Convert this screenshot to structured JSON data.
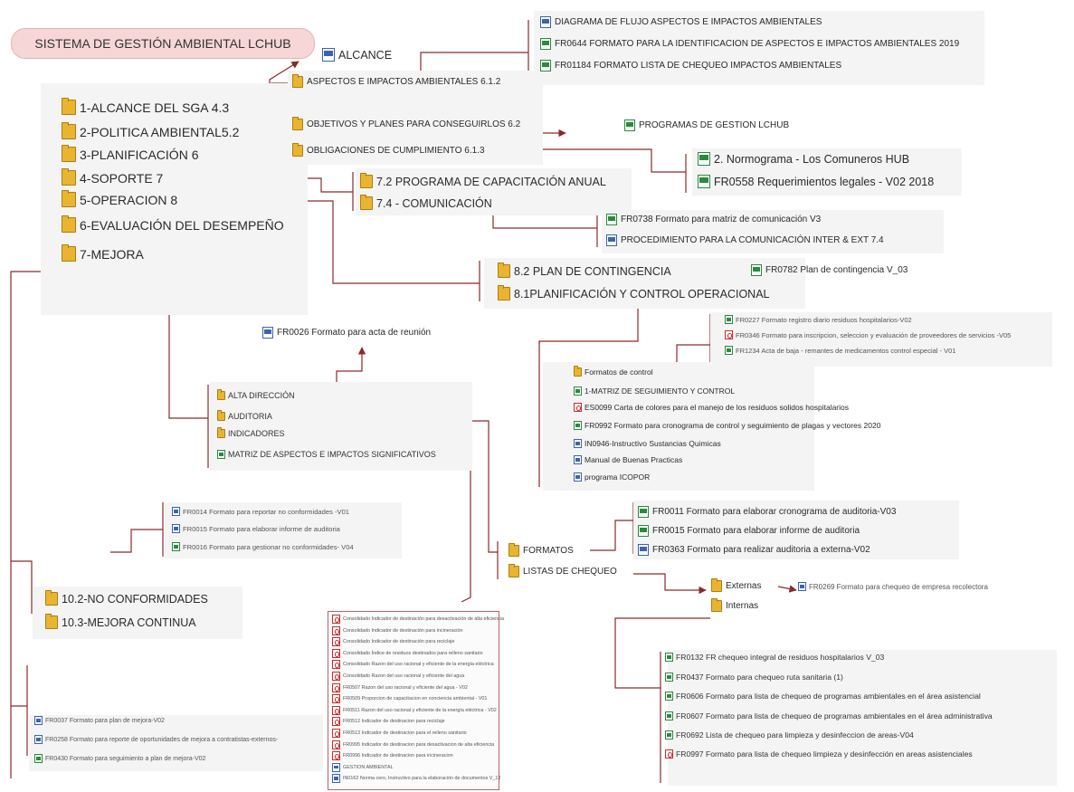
{
  "title": "SISTEMA DE GESTIÓN AMBIENTAL LCHUB",
  "main_menu": [
    {
      "icon": "folder",
      "label": "1-ALCANCE DEL SGA 4.3"
    },
    {
      "icon": "folder",
      "label": "2-POLITICA AMBIENTAL5.2"
    },
    {
      "icon": "folder",
      "label": "3-PLANIFICACIÓN 6"
    },
    {
      "icon": "folder",
      "label": "4-SOPORTE 7"
    },
    {
      "icon": "folder",
      "label": "5-OPERACION 8"
    },
    {
      "icon": "folder",
      "label": "6-EVALUACIÓN DEL DESEMPEÑO"
    },
    {
      "icon": "folder",
      "label": "7-MEJORA"
    }
  ],
  "alcance": {
    "icon": "word",
    "label": "ALCANCE"
  },
  "planificacion": [
    {
      "icon": "folder",
      "label": "ASPECTOS E IMPACTOS AMBIENTALES 6.1.2"
    },
    {
      "icon": "folder",
      "label": "OBJETIVOS Y PLANES PARA CONSEGUIRLOS 6.2"
    },
    {
      "icon": "folder",
      "label": "OBLIGACIONES DE CUMPLIMIENTO 6.1.3"
    }
  ],
  "aspectos_docs": [
    {
      "icon": "word",
      "label": "DIAGRAMA DE FLUJO ASPECTOS E IMPACTOS AMBIENTALES"
    },
    {
      "icon": "excel",
      "label": "FR0644 FORMATO PARA LA IDENTIFICACION DE ASPECTOS E IMPACTOS AMBIENTALES 2019"
    },
    {
      "icon": "excel",
      "label": "FR01184 FORMATO LISTA DE CHEQUEO IMPACTOS AMBIENTALES"
    }
  ],
  "programas": {
    "icon": "excel",
    "label": "PROGRAMAS DE GESTION LCHUB"
  },
  "obligaciones_docs": [
    {
      "icon": "excel",
      "label": "2.  Normograma - Los Comuneros HUB"
    },
    {
      "icon": "excel",
      "label": "FR0558 Requerimientos legales - V02 2018"
    }
  ],
  "soporte": [
    {
      "icon": "folder",
      "label": "7.2 PROGRAMA DE CAPACITACIÓN ANUAL"
    },
    {
      "icon": "folder",
      "label": "7.4 - COMUNICACIÓN"
    }
  ],
  "comunicacion_docs": [
    {
      "icon": "excel",
      "label": "FR0738 Formato para matriz de comunicación V3"
    },
    {
      "icon": "word",
      "label": "PROCEDIMIENTO PARA LA COMUNICACIÓN INTER & EXT 7.4"
    }
  ],
  "operacion": [
    {
      "icon": "folder",
      "label": "8.2 PLAN DE CONTINGENCIA"
    },
    {
      "icon": "folder",
      "label": "8.1PLANIFICACIÓN Y CONTROL OPERACIONAL"
    }
  ],
  "contingencia": {
    "icon": "excel",
    "label": "FR0782 Plan de contingencia V_03"
  },
  "control_operacional": [
    {
      "icon": "folder",
      "label": "Formatos de control"
    },
    {
      "icon": "excel",
      "label": "1-MATRIZ DE SEGUIMIENTO Y CONTROL"
    },
    {
      "icon": "pdf",
      "label": "ES0099 Carta de colores para el manejo de los residuos solidos hospitalarios"
    },
    {
      "icon": "excel",
      "label": "FR0992 Formato para cronograma de control y seguimiento de plagas y vectores 2020"
    },
    {
      "icon": "word",
      "label": "IN0946-Instructivo Sustancias Quimicas"
    },
    {
      "icon": "word",
      "label": "Manual de Buenas Practicas"
    },
    {
      "icon": "word",
      "label": "programa ICOPOR"
    }
  ],
  "formatos_control": [
    {
      "icon": "excel",
      "label": "FR0227 Formato registro diario residuos hospitalarios-V02"
    },
    {
      "icon": "pdf",
      "label": "FR0346 Formato para inscripcion, seleccion y evaluación de proveedores de servicios -V05"
    },
    {
      "icon": "excel",
      "label": "FR1234 Acta de baja - remantes de medicamentos control especial - V01"
    }
  ],
  "acta_reunion": {
    "icon": "word",
    "label": "FR0026 Formato para acta de reunión"
  },
  "evaluacion": [
    {
      "icon": "folder",
      "label": "ALTA DIRECCIÓN"
    },
    {
      "icon": "folder",
      "label": "AUDITORIA"
    },
    {
      "icon": "folder",
      "label": "INDICADORES"
    },
    {
      "icon": "excel",
      "label": "MATRIZ DE ASPECTOS E IMPACTOS SIGNIFICATIVOS"
    }
  ],
  "auditoria_folders": [
    {
      "icon": "folder",
      "label": "FORMATOS"
    },
    {
      "icon": "folder",
      "label": "LISTAS DE CHEQUEO"
    }
  ],
  "auditoria_formatos": [
    {
      "icon": "excel",
      "label": "FR0011 Formato para elaborar cronograma de auditoria-V03"
    },
    {
      "icon": "excel",
      "label": "FR0015 Formato para elaborar informe de auditoria"
    },
    {
      "icon": "word",
      "label": "FR0363 Formato para realizar auditoria a externa-V02"
    }
  ],
  "listas_chequeo": [
    {
      "icon": "folder",
      "label": "Externas"
    },
    {
      "icon": "folder",
      "label": "Internas"
    }
  ],
  "externas_doc": {
    "icon": "word",
    "label": "FR0269 Formato para chequeo de empresa recolectora"
  },
  "internas_docs": [
    {
      "icon": "excel",
      "label": "FR0132 FR chequeo integral de residuos hospitalarios V_03"
    },
    {
      "icon": "excel",
      "label": "FR0437 Formato para chequeo ruta sanitaria (1)"
    },
    {
      "icon": "excel",
      "label": "FR0606 Formato para lista de chequeo de programas ambientales en el área asistencial"
    },
    {
      "icon": "excel",
      "label": "FR0607 Formato para lista de chequeo de programas ambientales en el área administrativa"
    },
    {
      "icon": "excel",
      "label": "FR0692 Lista de chequeo para limpieza y desinfeccion de areas-V04"
    },
    {
      "icon": "pdf",
      "label": "FR0997 Formato para lista de chequeo limpieza y desinfección en areas asistenciales"
    }
  ],
  "noconf_docs": [
    {
      "icon": "word",
      "label": "FR0014 Formato para reportar no conformidades -V01"
    },
    {
      "icon": "word",
      "label": "FR0015 Formato para elaborar informe de auditoria"
    },
    {
      "icon": "excel",
      "label": "FR0016 Formato para gestionar no conformidades- V04"
    }
  ],
  "mejora": [
    {
      "icon": "folder",
      "label": "10.2-NO CONFORMIDADES"
    },
    {
      "icon": "folder",
      "label": "10.3-MEJORA CONTINUA"
    }
  ],
  "mejora_docs": [
    {
      "icon": "word",
      "label": "FR0037 Formato para plan de mejora-V02"
    },
    {
      "icon": "word",
      "label": "FR0258 Formato para reporte de oportunidades de mejora a contratistas-externos-"
    },
    {
      "icon": "excel",
      "label": "FR0430 Formato para seguimiento a plan de mejora-V02"
    }
  ],
  "indicadores_docs": [
    {
      "icon": "pdf",
      "label": "Consolidado Indicador de destinación para desactivación de alta eficiencia"
    },
    {
      "icon": "pdf",
      "label": "Consolidado Indicador de destinación para incineración"
    },
    {
      "icon": "pdf",
      "label": "Consolidado Indicador de destinación para reciclaje"
    },
    {
      "icon": "pdf",
      "label": "Consolidado Índice de residuos destinados para relleno sanitario"
    },
    {
      "icon": "pdf",
      "label": "Consolidado Razon del uso racional y eficiente de la energía eléctrica"
    },
    {
      "icon": "pdf",
      "label": "Consolidado Razon del uso racional y eficiente del agua"
    },
    {
      "icon": "pdf",
      "label": "FR0507 Razon del uso racional y eficiente del agua - V02"
    },
    {
      "icon": "pdf",
      "label": "FR0509 Proporcion de capacitacion en conciencia ambiental - V01"
    },
    {
      "icon": "pdf",
      "label": "FR0511 Razon del uso racional y eficiente de la energía eléctrica - V02"
    },
    {
      "icon": "pdf",
      "label": "FR0512 Indicador de destinacion para reciclaje"
    },
    {
      "icon": "pdf",
      "label": "FR0513 Indicador de destinacion para el relleno sanitario"
    },
    {
      "icon": "pdf",
      "label": "FR0995 Indicador de destinacion para desactivacion de alta eficiencia"
    },
    {
      "icon": "pdf",
      "label": "FR0996 Indicador de destinacion para incineracion"
    },
    {
      "icon": "word",
      "label": "GESTION AMBIENTAL"
    },
    {
      "icon": "word",
      "label": "IN0162 Norma cero, Instructivo para la elaboración de documentos  V_12"
    }
  ]
}
